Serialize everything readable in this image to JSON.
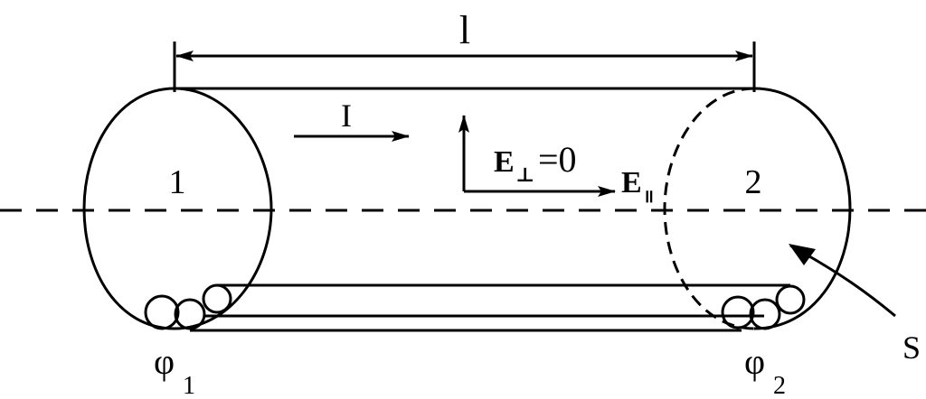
{
  "labels": {
    "length": "l",
    "current": "I",
    "e_perp_symbol": "E",
    "e_perp_subscript": "⊥",
    "e_perp_value": "=0",
    "e_par_symbol": "E",
    "e_par_subscript": "॥",
    "end1": "1",
    "end2": "2",
    "surface": "S",
    "phi1_symbol": "φ",
    "phi1_subscript": "1",
    "phi2_symbol": "φ",
    "phi2_subscript": "2"
  },
  "colors": {
    "ink": "#000000",
    "background": "#ffffff"
  },
  "icons": {
    "arrow": "arrow-right-icon",
    "arrow_up": "arrow-up-icon"
  }
}
